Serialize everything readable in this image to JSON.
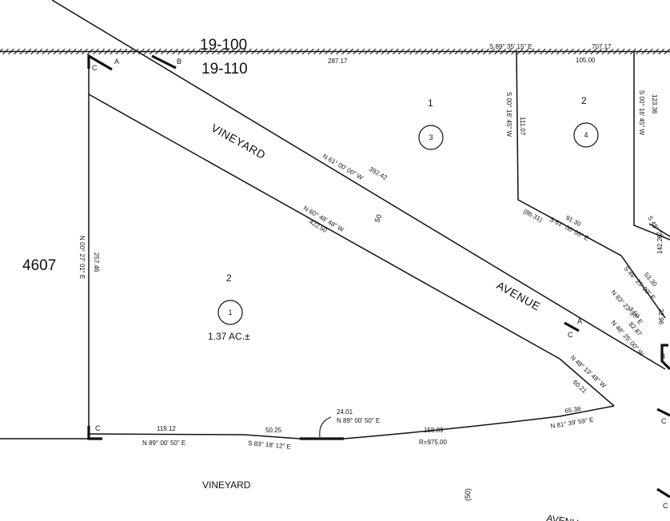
{
  "page_labels": {
    "map_upper": "19-100",
    "map_lower": "19-110",
    "adjacent_book": "4607"
  },
  "streets": {
    "vineyard_diag": "VINEYARD",
    "avenue_diag": "AVENUE",
    "vineyard_bottom": "VINEYARD",
    "avenue_bottom": "AVENU",
    "width_center": "50",
    "width_bottom": "(50)"
  },
  "lots": {
    "lot1_number": "1",
    "lot1_parcel": "3",
    "lot2_number": "2",
    "lot2_parcel": "4",
    "lot_main_number": "2",
    "lot_main_parcel": "1",
    "lot_main_area": "1.37 AC.±"
  },
  "bounds": {
    "top_bearing": "S 89° 35' 15\" E",
    "top_dist": "707.17",
    "top_left_seg": "287.17",
    "top_right_seg": "105.00",
    "lot1_west_bearing": "S 00° 16' 45\" W",
    "lot1_west_dist": "111.07",
    "lot2_west_bearing": "S 00° 16' 45\" W",
    "lot2_west_dist": "123.36",
    "north_row_bearing": "N 61° 00' 00\" W",
    "north_row_dist": "392.42",
    "south_row_bearing": "N 60° 48' 48\" W",
    "south_row_dist": "422.50",
    "lot_south_paren": "(86.31)",
    "lot_south_bearing": "S 61° 00' 00\" E",
    "lot_south_dist": "91.30",
    "diag_a_bearing": "S 48° 25' 00\" E",
    "diag_a_dist": "53.30",
    "cut_bearing": "N 83° 23' 37\" E",
    "cut_dist": "3.50",
    "diag_b_dist": "82.87",
    "diag_b_bearing": "N 48° 25' 00\" W",
    "short_dist": "22.96",
    "far_right_bearing": "S 48° 25",
    "far_right_dist": "142.20",
    "east_bearing": "N 48° 13' 48\" W",
    "east_dist": "60.21",
    "west_bearing": "N 00° 27' 01\" E",
    "west_dist": "257.46",
    "south_w_dist": "119.12",
    "south_w_bearing": "N 89° 00' 50\" E",
    "south_mid_dist": "50.25",
    "south_mid_bearing": "S 83° 18' 12\" E",
    "callout_dist": "24.01",
    "callout_bearing": "N 89° 00' 50\" E",
    "curve_dist": "158.89",
    "curve_radius": "R=975.00",
    "south_e_dist": "65.38",
    "south_e_bearing": "N 81° 39' 59\" E"
  },
  "markers": {
    "a_top": "A",
    "b_top": "B",
    "c_top": "C",
    "a_mid": "A",
    "c_mid": "C",
    "b_right": "B",
    "c_bottom": "C",
    "c_right_edge": "C",
    "c_right_bottom": "C"
  }
}
